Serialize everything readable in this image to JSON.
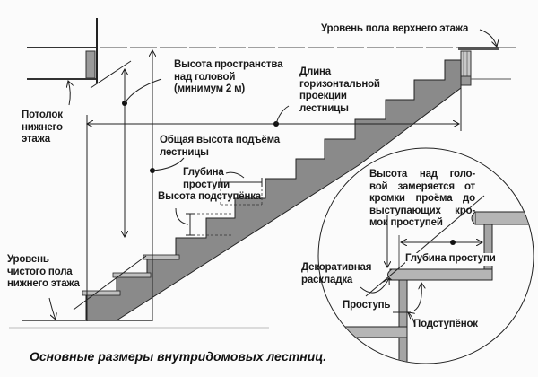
{
  "labels": {
    "upper_floor_level": "Уровень пола верхнего этажа",
    "headroom_height": "Высота пространства\nнад головой\n(минимум 2 м)",
    "horizontal_length": "Длина\nгоризонтальной\nпроекции\nлестницы",
    "lower_ceiling": "Потолок\nнижнего\nэтажа",
    "total_rise": "Общая высота подъёма\nлестницы",
    "tread_depth": "Глубина\nпроступи",
    "riser_height": "Высота подступёнка",
    "lower_floor_level": "Уровень\nчистого пола\nнижнего этажа",
    "headroom_note_lines": [
      "Высота над голо-",
      "вой замеряется от",
      "кромки проёма до",
      "выступающих кро-",
      "мок проступей"
    ],
    "detail_tread_depth": "Глубина проступи",
    "decorative_molding": "Декоративная\nраскладка",
    "tread": "Проступь",
    "riser": "Подступёнок"
  },
  "caption": "Основные размеры внутридомовых лестниц.",
  "colors": {
    "line": "#1a1a1a",
    "stair_fill": "#8a8a8a",
    "wood_fill": "#b5b5b5"
  }
}
